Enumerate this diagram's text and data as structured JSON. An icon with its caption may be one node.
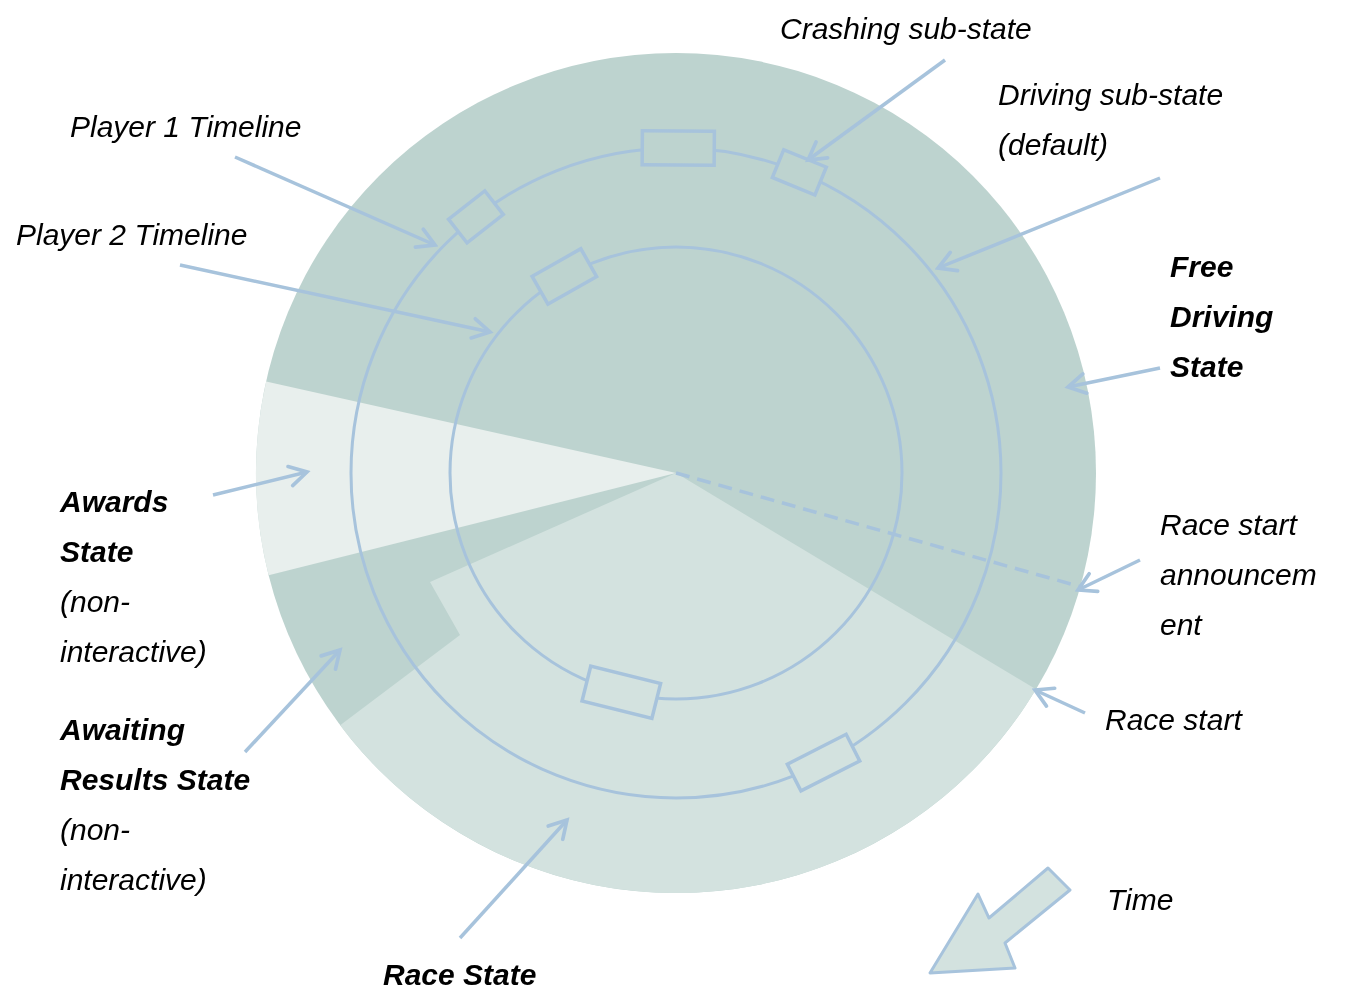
{
  "diagram": {
    "nodes": [
      {
        "text": [
          "Crashing sub-state"
        ]
      },
      {
        "text": [
          "Driving sub-state (default)"
        ]
      },
      {
        "text": [
          "Player 1 Timeline"
        ]
      },
      {
        "text": [
          "Player 2 Timeline"
        ]
      },
      {
        "text": [
          "Free Driving State"
        ]
      },
      {
        "text": [
          "Awards State",
          "(non-interactive)"
        ]
      },
      {
        "text": [
          "Race start announcement"
        ]
      },
      {
        "text": [
          "Awaiting Results State",
          "(non-interactive)"
        ]
      },
      {
        "text": [
          "Race start"
        ]
      },
      {
        "text": [
          "Race State"
        ]
      }
    ],
    "edges": [
      {
        "from": 0,
        "to": null,
        "arrow": "to"
      },
      {
        "from": 1,
        "to": null,
        "arrow": "to"
      },
      {
        "from": 2,
        "to": null,
        "arrow": "to"
      },
      {
        "from": 3,
        "to": null,
        "arrow": "to"
      },
      {
        "from": 4,
        "to": null,
        "arrow": "to"
      },
      {
        "from": 5,
        "to": null,
        "arrow": "to"
      },
      {
        "from": 6,
        "to": null,
        "arrow": "to"
      },
      {
        "from": 7,
        "to": null,
        "arrow": "to"
      },
      {
        "from": 8,
        "to": null,
        "arrow": "to"
      },
      {
        "from": 9,
        "to": null,
        "arrow": "to"
      }
    ],
    "labels": [
      "Time"
    ]
  }
}
